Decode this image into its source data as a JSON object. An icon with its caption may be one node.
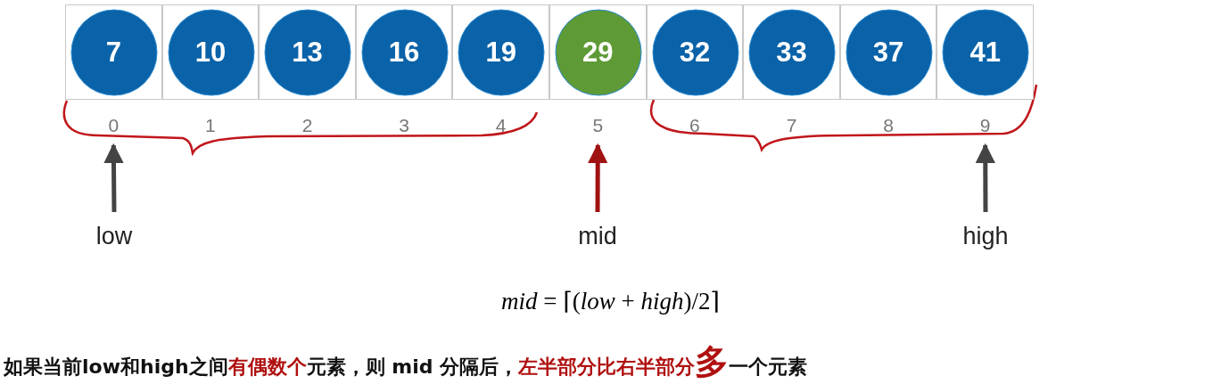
{
  "diagram": {
    "nodes": [
      {
        "text": [
          "7"
        ],
        "beside": [
          "0"
        ]
      },
      {
        "text": [
          "10"
        ],
        "beside": [
          "1"
        ]
      },
      {
        "text": [
          "13"
        ],
        "beside": [
          "2"
        ]
      },
      {
        "text": [
          "16"
        ],
        "beside": [
          "3"
        ]
      },
      {
        "text": [
          "19"
        ],
        "beside": [
          "4"
        ]
      },
      {
        "text": [
          "29"
        ],
        "beside": [
          "5"
        ]
      },
      {
        "text": [
          "32"
        ],
        "beside": [
          "6"
        ]
      },
      {
        "text": [
          "33"
        ],
        "beside": [
          "7"
        ]
      },
      {
        "text": [
          "37"
        ],
        "beside": [
          "8"
        ]
      },
      {
        "text": [
          "41"
        ],
        "beside": [
          "9"
        ]
      },
      {
        "text": [
          "low"
        ]
      },
      {
        "text": [
          "mid"
        ]
      },
      {
        "text": [
          "high"
        ]
      }
    ],
    "edges": [
      {
        "from": 10,
        "to": 0,
        "arrow": "to"
      },
      {
        "from": 11,
        "to": 5,
        "arrow": "to",
        "color": "#a01212"
      },
      {
        "from": 12,
        "to": 9,
        "arrow": "to"
      }
    ],
    "labels": [
      "*mid* = ⌈(*low* + *high*)/2⌉",
      "如果当前low和high之间",
      "有偶数个",
      "元素，则 mid 分隔后，",
      "左半部分比右半部分",
      "多",
      "一个元素"
    ]
  }
}
